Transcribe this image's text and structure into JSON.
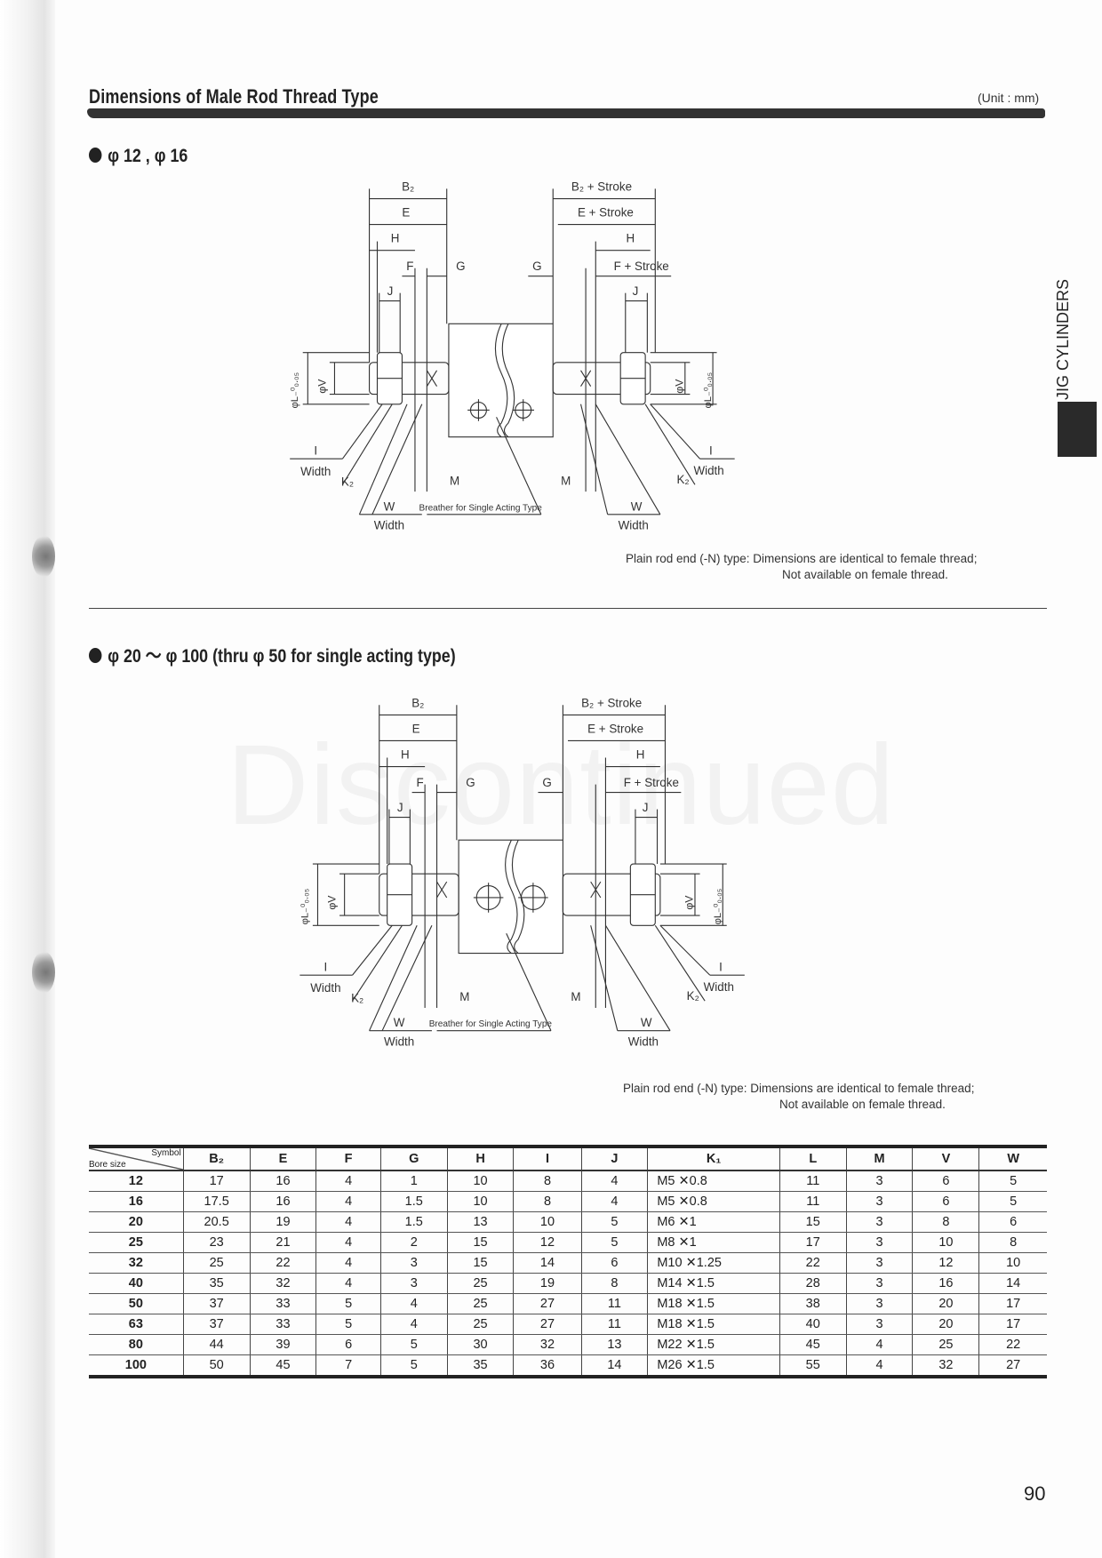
{
  "header": {
    "title": "Dimensions of Male Rod Thread Type",
    "unit": "(Unit : mm)"
  },
  "section1": {
    "bullet_heading": "φ 12 , φ 16",
    "note_line1": "Plain rod end (-N) type: Dimensions are identical to female thread;",
    "note_line2": "Not available on female thread."
  },
  "section2": {
    "bullet_heading": "φ 20 ～ φ 100 (thru φ 50 for single acting type)",
    "note_line1": "Plain rod end (-N) type: Dimensions are identical to female thread;",
    "note_line2": "Not available on female thread."
  },
  "diagram_labels": {
    "B2": "B₂",
    "E": "E",
    "H": "H",
    "F": "F",
    "G": "G",
    "J": "J",
    "B2_stroke": "B₂ + Stroke",
    "E_stroke": "E + Stroke",
    "F_stroke": "F + Stroke",
    "I": "I",
    "Width": "Width",
    "K2": "K₂",
    "M": "M",
    "W": "W",
    "breather": "Breather for Single Acting Type",
    "phiL": "φL₋⁰₀.₀₅",
    "phiV": "φV"
  },
  "watermark": "Discontinued",
  "side_tab": "JIG CYLINDERS",
  "page_number": "90",
  "table": {
    "corner_row_label": "Bore size",
    "corner_col_label": "Symbol",
    "columns": [
      "B₂",
      "E",
      "F",
      "G",
      "H",
      "I",
      "J",
      "K₁",
      "L",
      "M",
      "V",
      "W"
    ],
    "rows": [
      [
        "12",
        "17",
        "16",
        "4",
        "1",
        "10",
        "8",
        "4",
        "M5 ✕0.8",
        "11",
        "3",
        "6",
        "5"
      ],
      [
        "16",
        "17.5",
        "16",
        "4",
        "1.5",
        "10",
        "8",
        "4",
        "M5 ✕0.8",
        "11",
        "3",
        "6",
        "5"
      ],
      [
        "20",
        "20.5",
        "19",
        "4",
        "1.5",
        "13",
        "10",
        "5",
        "M6 ✕1",
        "15",
        "3",
        "8",
        "6"
      ],
      [
        "25",
        "23",
        "21",
        "4",
        "2",
        "15",
        "12",
        "5",
        "M8 ✕1",
        "17",
        "3",
        "10",
        "8"
      ],
      [
        "32",
        "25",
        "22",
        "4",
        "3",
        "15",
        "14",
        "6",
        "M10 ✕1.25",
        "22",
        "3",
        "12",
        "10"
      ],
      [
        "40",
        "35",
        "32",
        "4",
        "3",
        "25",
        "19",
        "8",
        "M14 ✕1.5",
        "28",
        "3",
        "16",
        "14"
      ],
      [
        "50",
        "37",
        "33",
        "5",
        "4",
        "25",
        "27",
        "11",
        "M18 ✕1.5",
        "38",
        "3",
        "20",
        "17"
      ],
      [
        "63",
        "37",
        "33",
        "5",
        "4",
        "25",
        "27",
        "11",
        "M18 ✕1.5",
        "40",
        "3",
        "20",
        "17"
      ],
      [
        "80",
        "44",
        "39",
        "6",
        "5",
        "30",
        "32",
        "13",
        "M22 ✕1.5",
        "45",
        "4",
        "25",
        "22"
      ],
      [
        "100",
        "50",
        "45",
        "7",
        "5",
        "35",
        "36",
        "14",
        "M26 ✕1.5",
        "55",
        "4",
        "32",
        "27"
      ]
    ]
  }
}
